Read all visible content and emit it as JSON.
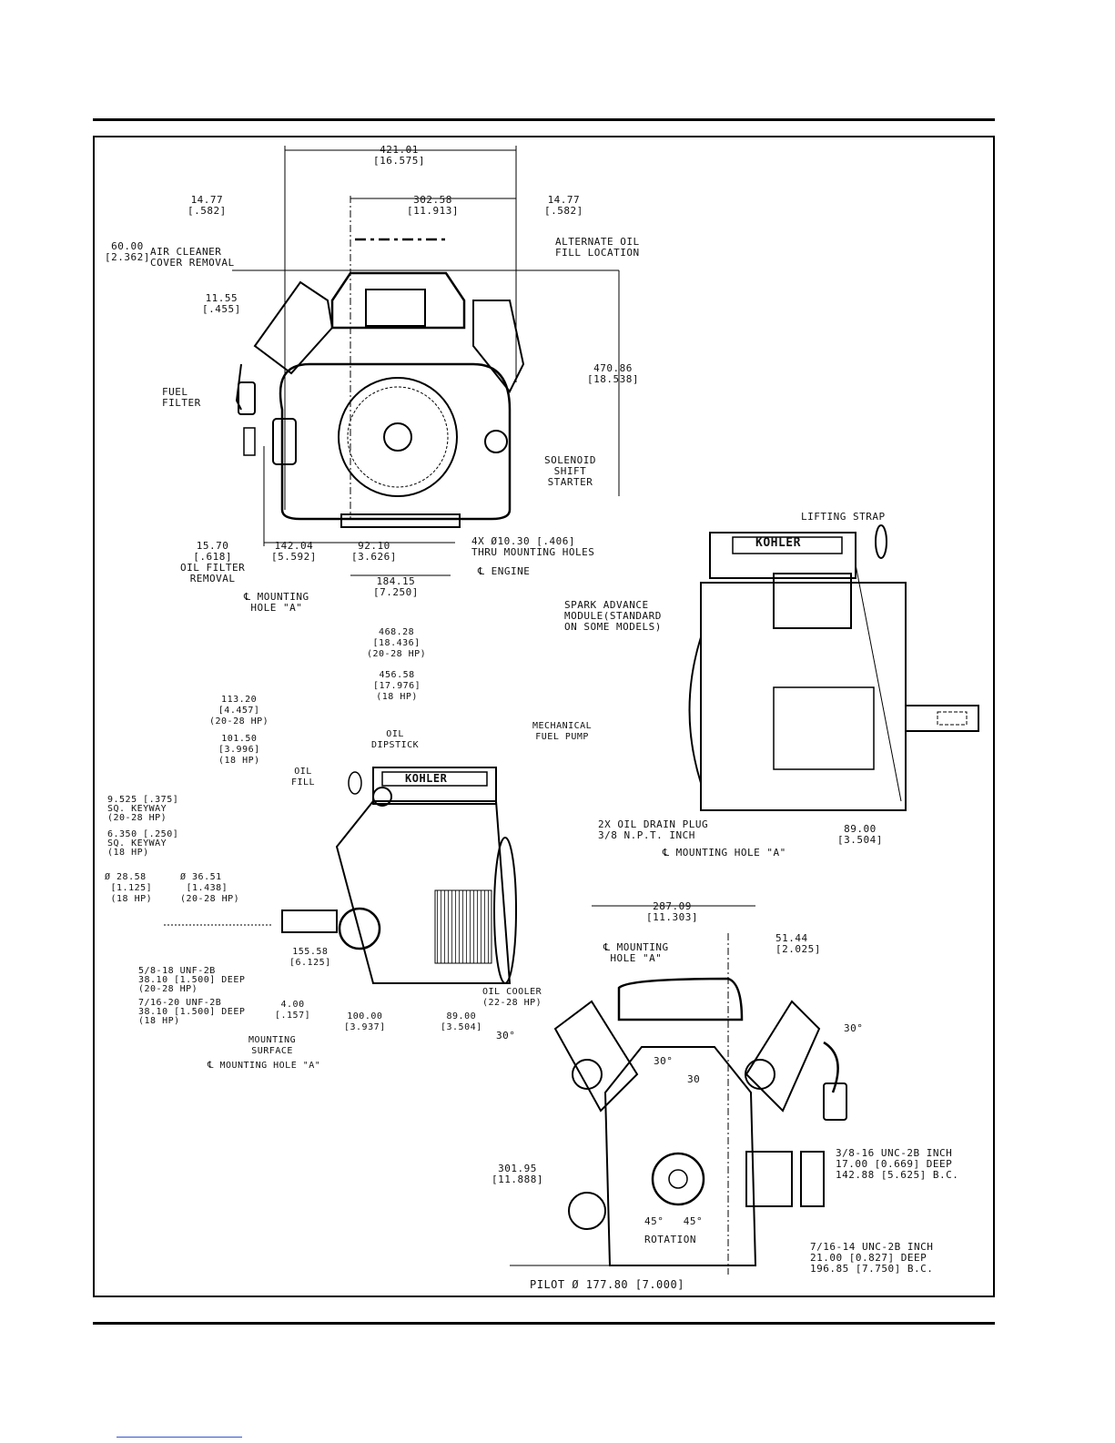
{
  "brand_logo": "KOHLER",
  "labels": {
    "top_width": "421.01\n[16.575]",
    "left_offset": "14.77\n[.582]",
    "center_width": "302.58\n[11.913]",
    "right_offset": "14.77\n[.582]",
    "air_cleaner_dim": "60.00\n[2.362]",
    "air_cleaner": "AIR CLEANER\nCOVER REMOVAL",
    "alt_oil_fill": "ALTERNATE OIL\nFILL LOCATION",
    "dim_11_55": "11.55\n[.455]",
    "height": "470.86\n[18.538]",
    "fuel_filter": "FUEL\nFILTER",
    "solenoid": "SOLENOID\nSHIFT\nSTARTER",
    "oil_filter": "15.70\n[.618]\nOIL FILTER\nREMOVAL",
    "dim_142": "142.04\n[5.592]",
    "dim_92": "92.10\n[3.626]",
    "mount_holes": "4X Ø10.30 [.406]\nTHRU MOUNTING HOLES",
    "cl_engine": "℄ ENGINE",
    "dim_184": "184.15\n[7.250]",
    "cl_mount_a1": "℄ MOUNTING\nHOLE \"A\"",
    "lifting_strap": "LIFTING STRAP",
    "spark_module": "SPARK ADVANCE\nMODULE(STANDARD\nON SOME MODELS)",
    "dim_468": "468.28\n[18.436]\n(20-28 HP)",
    "dim_456": "456.58\n[17.976]\n(18 HP)",
    "dim_113": "113.20\n[4.457]\n(20-28 HP)",
    "dim_101": "101.50\n[3.996]\n(18 HP)",
    "oil_dipstick": "OIL\nDIPSTICK",
    "fuel_pump": "MECHANICAL\nFUEL PUMP",
    "oil_fill": "OIL\nFILL",
    "keyway_20": "9.525 [.375]\nSQ. KEYWAY\n(20-28 HP)",
    "keyway_18": "6.350 [.250]\nSQ. KEYWAY\n(18 HP)",
    "shaft_18": "Ø 28.58\n [1.125]\n (18 HP)",
    "shaft_20": "Ø 36.51\n [1.438]\n(20-28 HP)",
    "dim_155": "155.58\n[6.125]",
    "thread_20": "5/8-18 UNF-2B\n38.10 [1.500] DEEP\n(20-28 HP)",
    "thread_18": "7/16-20 UNF-2B\n38.10 [1.500] DEEP\n(18 HP)",
    "dim_4": "4.00\n[.157]",
    "dim_100": "100.00\n[3.937]",
    "dim_89_a": "89.00\n[3.504]",
    "mount_surface": "MOUNTING\nSURFACE",
    "cl_mount_a2": "℄ MOUNTING HOLE \"A\"",
    "oil_cooler": "OIL COOLER\n(22-28 HP)",
    "oil_drain": "2X OIL DRAIN PLUG\n3/8 N.P.T. INCH",
    "dim_89_b": "89.00\n[3.504]",
    "cl_mount_a3": "℄ MOUNTING HOLE \"A\"",
    "dim_287": "287.09\n[11.303]",
    "cl_mount_a4": "℄ MOUNTING\nHOLE \"A\"",
    "dim_51": "51.44\n[2.025]",
    "angle_1": "30°",
    "angle_2": "30°",
    "angle_3": "30°",
    "angle_4": "30",
    "thread_38": "3/8-16 UNC-2B INCH\n17.00 [0.669] DEEP\n142.88 [5.625] B.C.",
    "dim_301": "301.95\n[11.888]",
    "angle_45": "45°   45°",
    "rotation": "ROTATION",
    "thread_716": "7/16-14 UNC-2B INCH\n21.00 [0.827] DEEP\n196.85 [7.750] B.C.",
    "pilot": "PILOT Ø 177.80 [7.000]"
  }
}
